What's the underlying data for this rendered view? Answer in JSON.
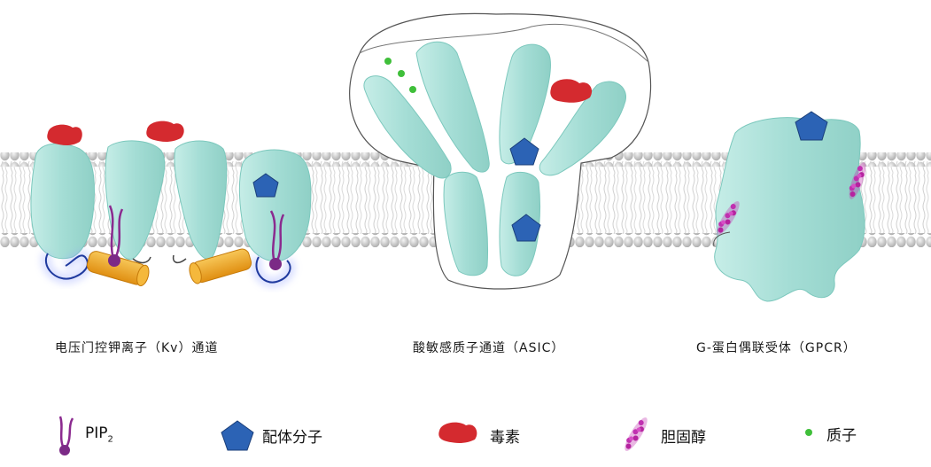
{
  "captions": {
    "kv": "电压门控钾离子（Kv）通道",
    "asic": "酸敏感质子通道（ASIC）",
    "gpcr": "G-蛋白偶联受体（GPCR）"
  },
  "legend": {
    "pip2_main": "PIP",
    "pip2_sub": "2",
    "ligand": "配体分子",
    "toxin": "毒素",
    "cholesterol": "胆固醇",
    "proton": "质子"
  },
  "colors": {
    "protein": "#aee3dc",
    "protein_edge": "#7cc8bd",
    "toxin": "#d42a2f",
    "ligand": "#2c63b5",
    "pip2": "#8b2a8f",
    "cholesterol": "#c030b0",
    "proton": "#3fbf3a",
    "helix": "#f2a823",
    "membrane_head": "#c9c9c9"
  }
}
